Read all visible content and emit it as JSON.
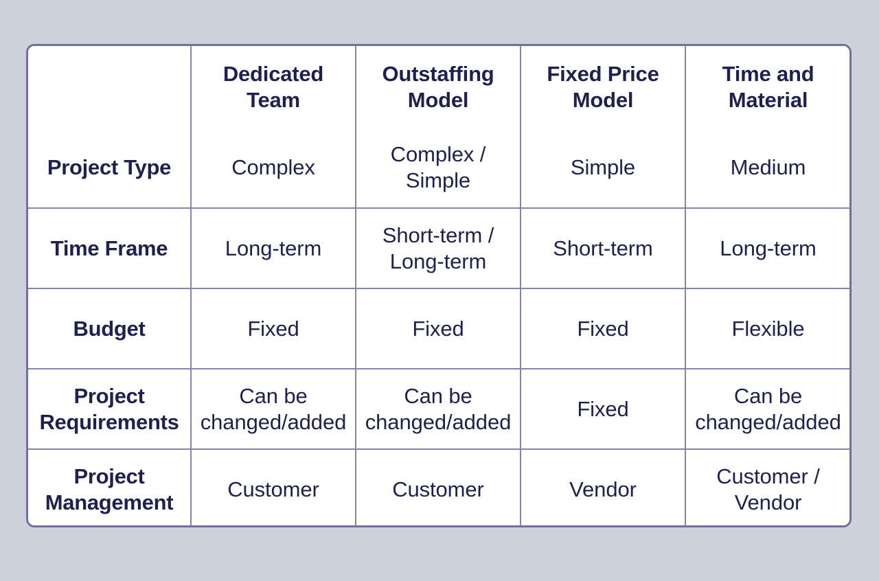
{
  "page": {
    "background_color": "#ced2dc",
    "table_border_color": "#6e719a",
    "grid_line_color": "#8286a8",
    "text_color": "#1e2150",
    "cell_background": "#ffffff"
  },
  "table": {
    "corner_label": "",
    "column_headers": [
      "Dedicated Team",
      "Outstaffing Model",
      "Fixed Price Model",
      "Time and Material"
    ],
    "row_headers": [
      "Project Type",
      "Time Frame",
      "Budget",
      "Project Requirements",
      "Project Management"
    ],
    "rows": [
      {
        "label": "Project Type",
        "cells": [
          "Complex",
          "Complex / Simple",
          "Simple",
          "Medium"
        ]
      },
      {
        "label": "Time Frame",
        "cells": [
          "Long-term",
          "Short-term / Long-term",
          "Short-term",
          "Long-term"
        ]
      },
      {
        "label": "Budget",
        "cells": [
          "Fixed",
          "Fixed",
          "Fixed",
          "Flexible"
        ]
      },
      {
        "label": "Project Requirements",
        "cells": [
          "Can be changed/added",
          "Can be changed/added",
          "Fixed",
          "Can be changed/added"
        ]
      },
      {
        "label": "Project Management",
        "cells": [
          "Customer",
          "Customer",
          "Vendor",
          "Customer / Vendor"
        ]
      }
    ]
  }
}
